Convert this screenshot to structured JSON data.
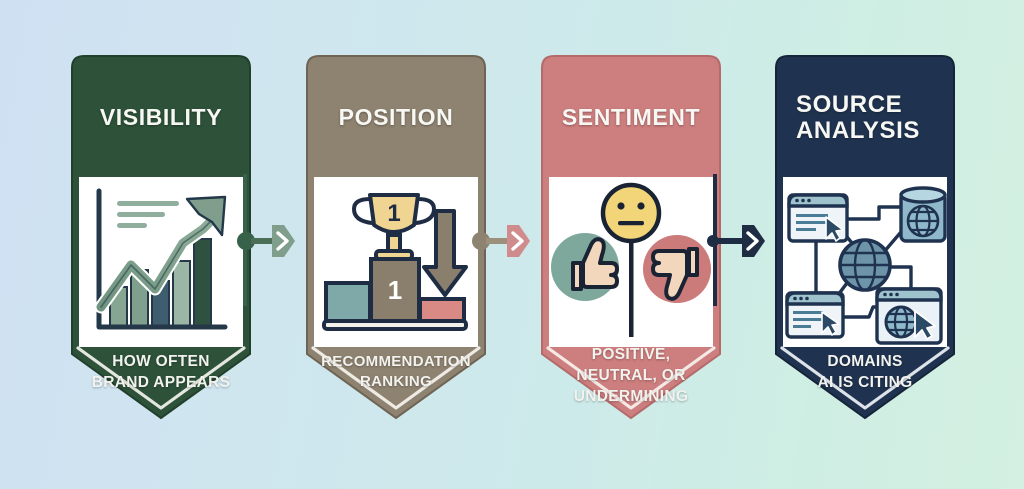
{
  "infographic": {
    "background": {
      "gradient_from": "#cfe0f2",
      "gradient_to": "#d3f0e2"
    },
    "cards": [
      {
        "id": "visibility",
        "title": "VISIBILITY",
        "caption": "HOW OFTEN\nBRAND APPEARS",
        "color": "#2d5139",
        "icon": "growth-chart-icon"
      },
      {
        "id": "position",
        "title": "POSITION",
        "caption": "RECOMMENDATION\nRANKING",
        "color": "#8e8270",
        "icon": "podium-trophy-icon"
      },
      {
        "id": "sentiment",
        "title": "SENTIMENT",
        "caption": "POSITIVE,\nNEUTRAL, OR\nUNDERMINING",
        "color": "#cd7e7e",
        "icon": "sentiment-faces-icon"
      },
      {
        "id": "source-analysis",
        "title": "SOURCE\nANALYSIS",
        "caption": "DOMAINS\nAI IS CITING",
        "color": "#1f3350",
        "icon": "source-network-icon"
      }
    ],
    "connectors": [
      {
        "id": "connector-1",
        "color": "#38614a",
        "from": "visibility",
        "to": "position"
      },
      {
        "id": "connector-2",
        "color": "#8e8270",
        "head_color": "#d08c8c",
        "from": "position",
        "to": "sentiment"
      },
      {
        "id": "connector-3",
        "color": "#1f2d44",
        "from": "sentiment",
        "to": "source-analysis"
      }
    ]
  }
}
